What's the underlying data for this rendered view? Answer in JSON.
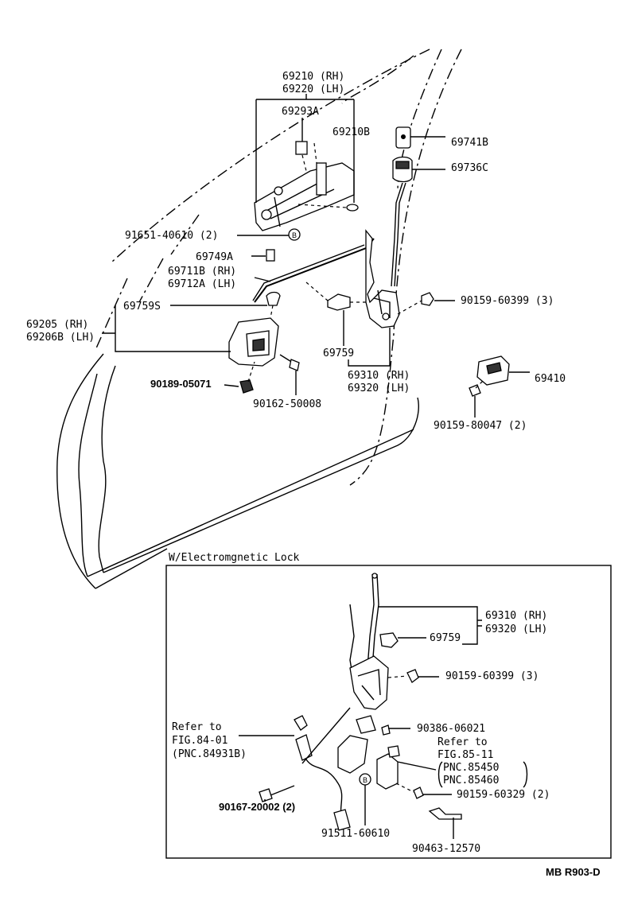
{
  "labels": {
    "p69210": "69210 (RH)",
    "p69220": "69220 (LH)",
    "p69293A": "69293A",
    "p69210B": "69210B",
    "p69741B": "69741B",
    "p69736C": "69736C",
    "p91651": "91651-40610 (2)",
    "p69749A": "69749A",
    "p69711B": "69711B (RH)",
    "p69712A": "69712A (LH)",
    "p69759S": "69759S",
    "p90159_60399": "90159-60399 (3)",
    "p69205": "69205 (RH)",
    "p69206B": "69206B (LH)",
    "p69759": "69759",
    "p69310": "69310 (RH)",
    "p69320": "69320 (LH)",
    "p90189": "90189-05071",
    "p90162": "90162-50008",
    "p69410": "69410",
    "p90159_80047": "90159-80047 (2)"
  },
  "inset": {
    "title": "W/Electromgnetic Lock",
    "p69310": "69310 (RH)",
    "p69320": "69320 (LH)",
    "p69759": "69759",
    "p90159_60399": "90159-60399 (3)",
    "refer1_line1": "Refer to",
    "refer1_line2": "FIG.84-01",
    "refer1_line3": "(PNC.84931B)",
    "p90386": "90386-06021",
    "refer2_line1": "Refer to",
    "refer2_line2": "FIG.85-11",
    "refer2_line3": "PNC.85450",
    "refer2_line4": "PNC.85460",
    "p90167": "90167-20002 (2)",
    "p90159_60329": "90159-60329 (2)",
    "p91511": "91511-60610",
    "p90463": "90463-12570"
  },
  "footer": {
    "code": "MB R903-D"
  },
  "markers": {
    "b": "B"
  }
}
